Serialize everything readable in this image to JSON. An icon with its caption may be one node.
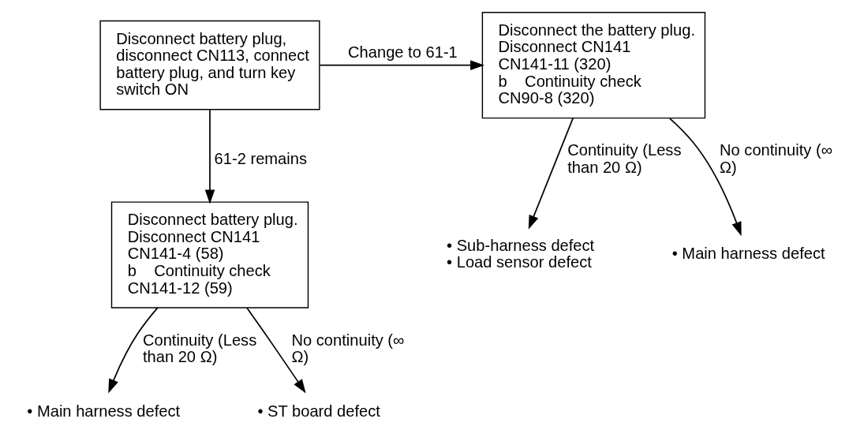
{
  "diagram": {
    "nodes": [
      {
        "text": [
          "Disconnect battery plug, disconnect CN113, connect battery plug, and turn key switch ON"
        ]
      },
      {
        "text": [
          "Disconnect the battery plug.",
          "Disconnect CN141",
          "CN141-11 (320)",
          "b    Continuity check",
          "CN90-8 (320)"
        ]
      },
      {
        "text": [
          "Disconnect battery plug.",
          "Disconnect CN141",
          "CN141-4 (58)",
          "b    Continuity check",
          "CN141-12 (59)"
        ]
      },
      {
        "text": [
          "• Sub-harness defect",
          "• Load sensor defect"
        ]
      },
      {
        "text": [
          "• Main harness defect"
        ]
      },
      {
        "text": [
          "• Main harness defect"
        ]
      },
      {
        "text": [
          "• ST board defect"
        ]
      }
    ],
    "edges": [
      {
        "from": 0,
        "to": 1,
        "arrow": "to",
        "label": "Change to 61-1"
      },
      {
        "from": 0,
        "to": 2,
        "arrow": "to",
        "label": "61-2 remains"
      },
      {
        "from": 1,
        "to": 3,
        "arrow": "to",
        "label": "Continuity (Less than 20 Ω)"
      },
      {
        "from": 1,
        "to": 4,
        "arrow": "to",
        "label": "No continuity (∞ Ω)"
      },
      {
        "from": 2,
        "to": 5,
        "arrow": "to",
        "label": "Continuity (Less than 20 Ω)"
      },
      {
        "from": 2,
        "to": 6,
        "arrow": "to",
        "label": "No continuity (∞ Ω)"
      }
    ]
  }
}
